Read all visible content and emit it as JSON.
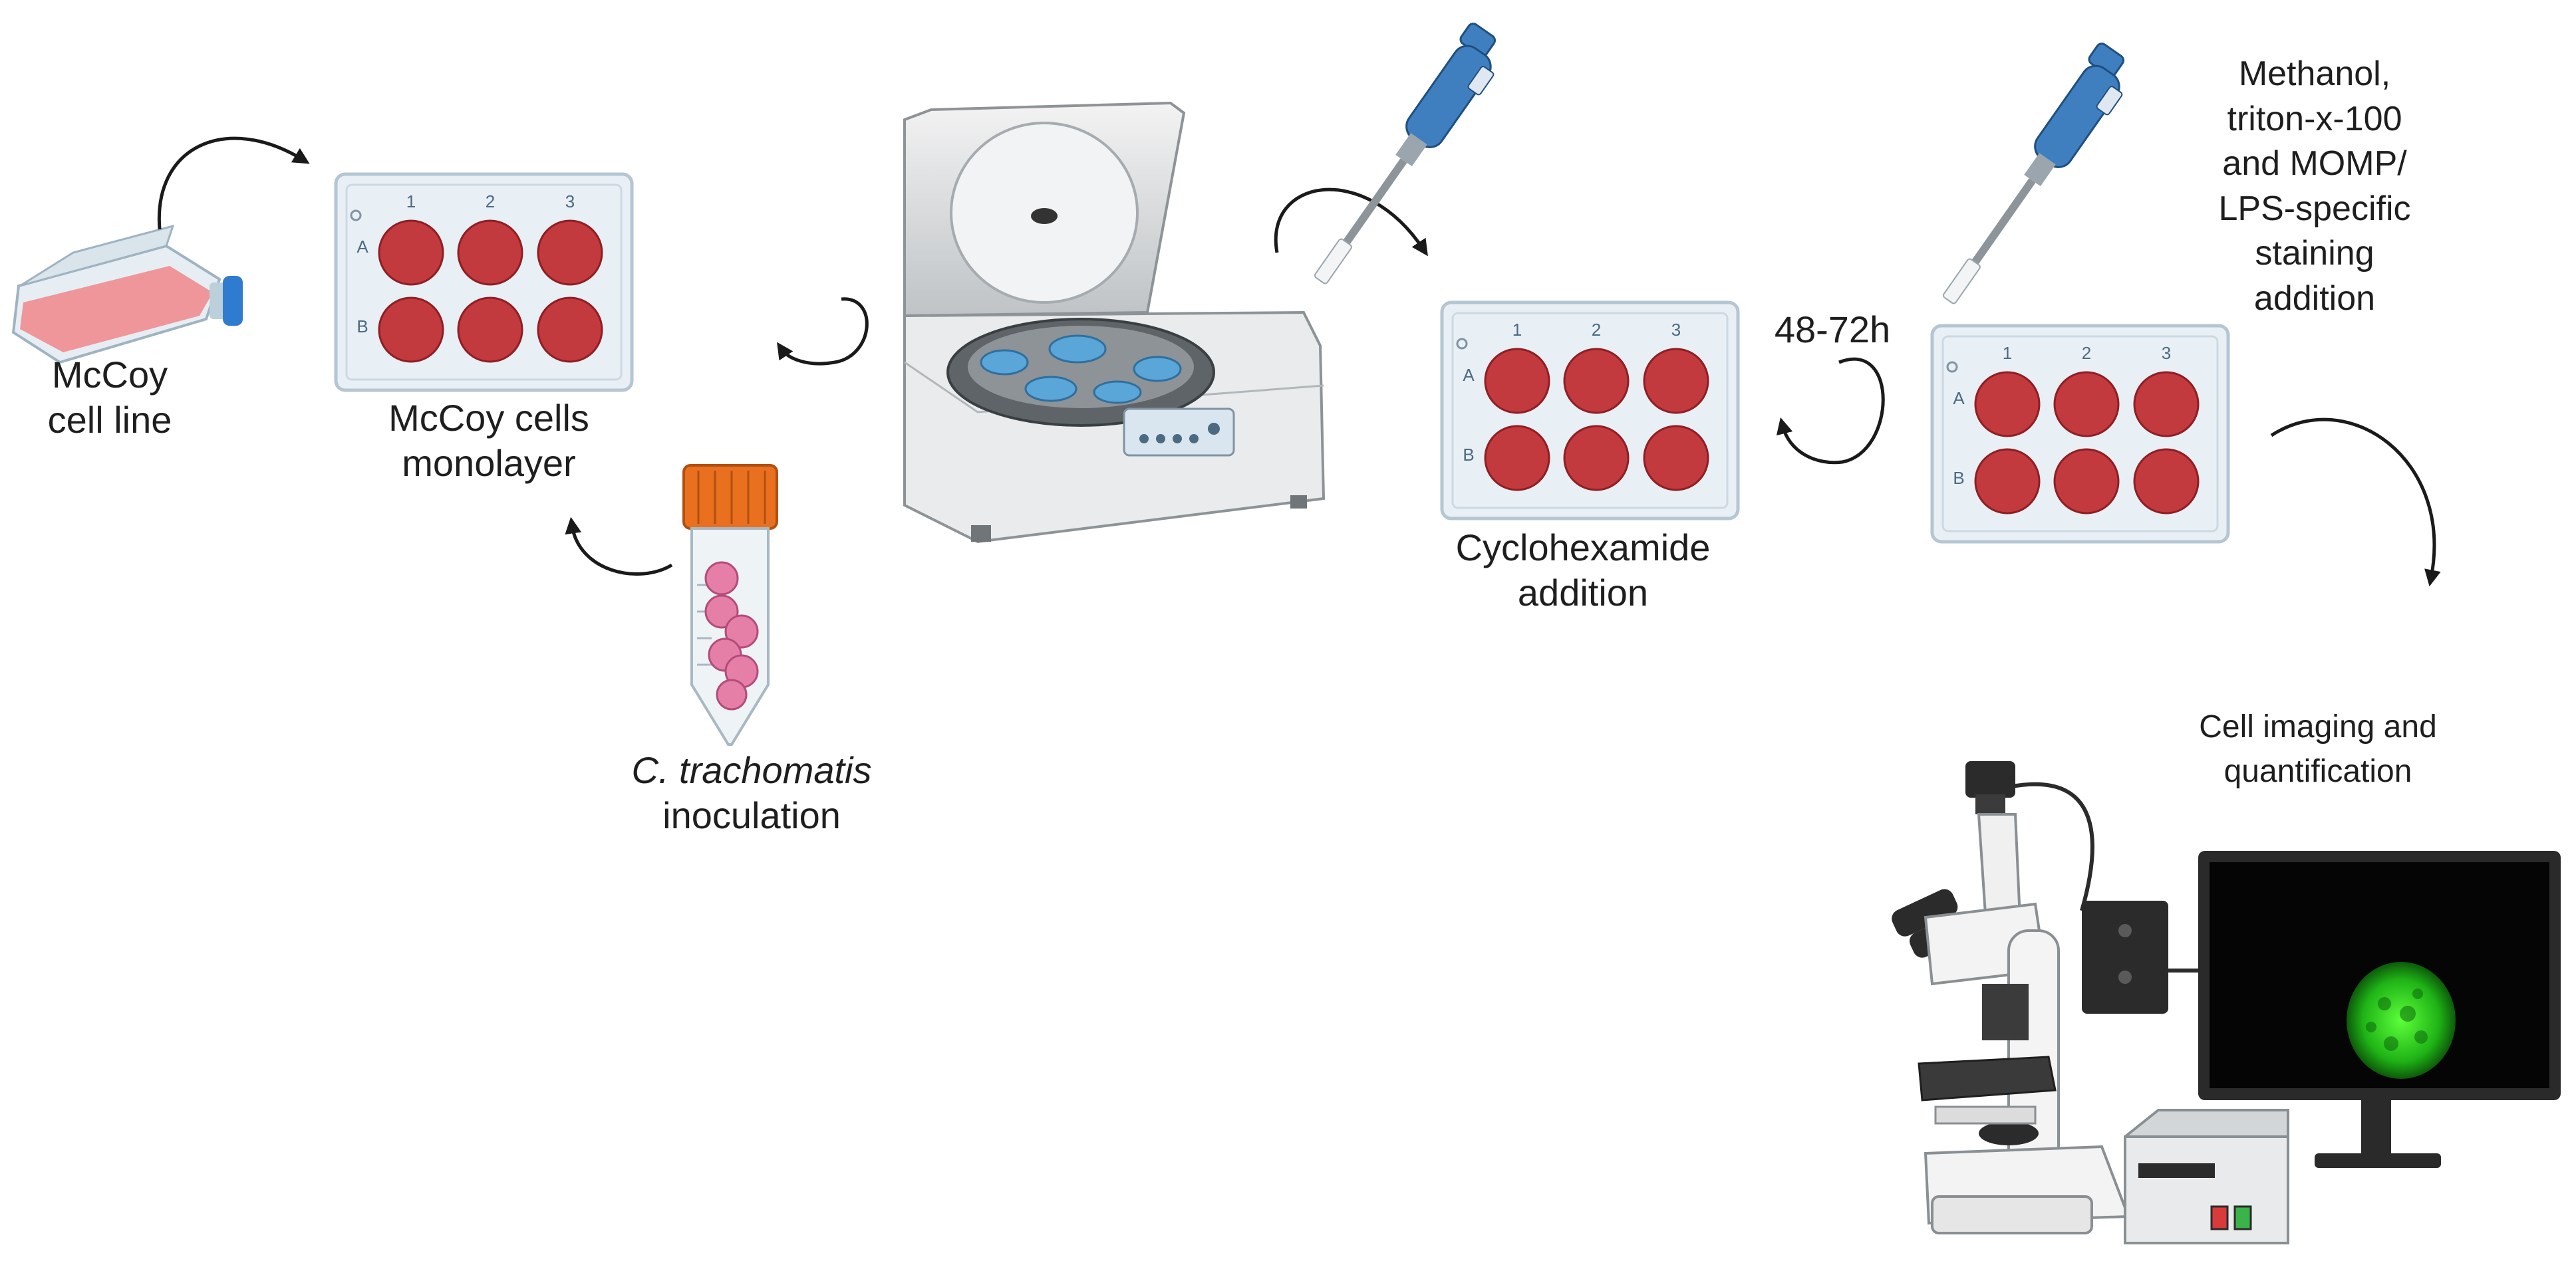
{
  "labels": {
    "mccoy_cell_line": [
      "McCoy",
      "cell line"
    ],
    "monolayer": [
      "McCoy cells",
      "monolayer"
    ],
    "inoculation": {
      "italic": "C. trachomatis",
      "rest": "inoculation"
    },
    "cyclohexamide": [
      "Cyclohexamide",
      "addition"
    ],
    "incubation_time": "48-72h",
    "staining": [
      "Methanol,",
      "triton-x-100",
      "and MOMP/",
      "LPS-specific",
      "staining",
      "addition"
    ],
    "imaging": [
      "Cell imaging and",
      "quantification"
    ]
  },
  "plate": {
    "columns": [
      "1",
      "2",
      "3"
    ],
    "rows": [
      "A",
      "B"
    ]
  },
  "colors": {
    "well": "#c2393e",
    "plate": "#e8f0f5",
    "pipette": "#3f7fc0",
    "flask_media": "#f0868a",
    "flask_cap": "#2f7bd0",
    "tube_cap": "#e8701e",
    "bacteria": "#e67fa8",
    "fluorescence": "#33dd22",
    "arrow": "#1a1a1a"
  },
  "icons": [
    "flask-icon",
    "well-plate-icon",
    "centrifuge-icon",
    "pipette-icon",
    "falcon-tube-icon",
    "microscope-icon",
    "monitor-icon",
    "light-source-box-icon"
  ]
}
